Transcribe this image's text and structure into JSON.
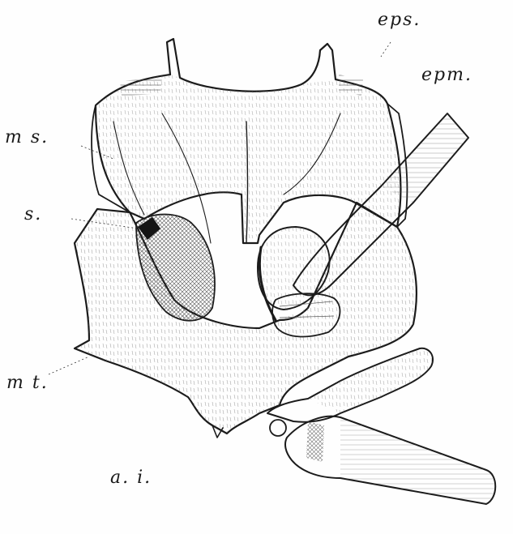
{
  "labels": {
    "eps": "eps.",
    "epm": "epm.",
    "ms": "m s.",
    "s": "s.",
    "mt": "m t.",
    "ai": "a. i."
  },
  "colors": {
    "ink": "#1b1b1b",
    "paper": "#fefefe",
    "shade": "#4a4a4a"
  }
}
